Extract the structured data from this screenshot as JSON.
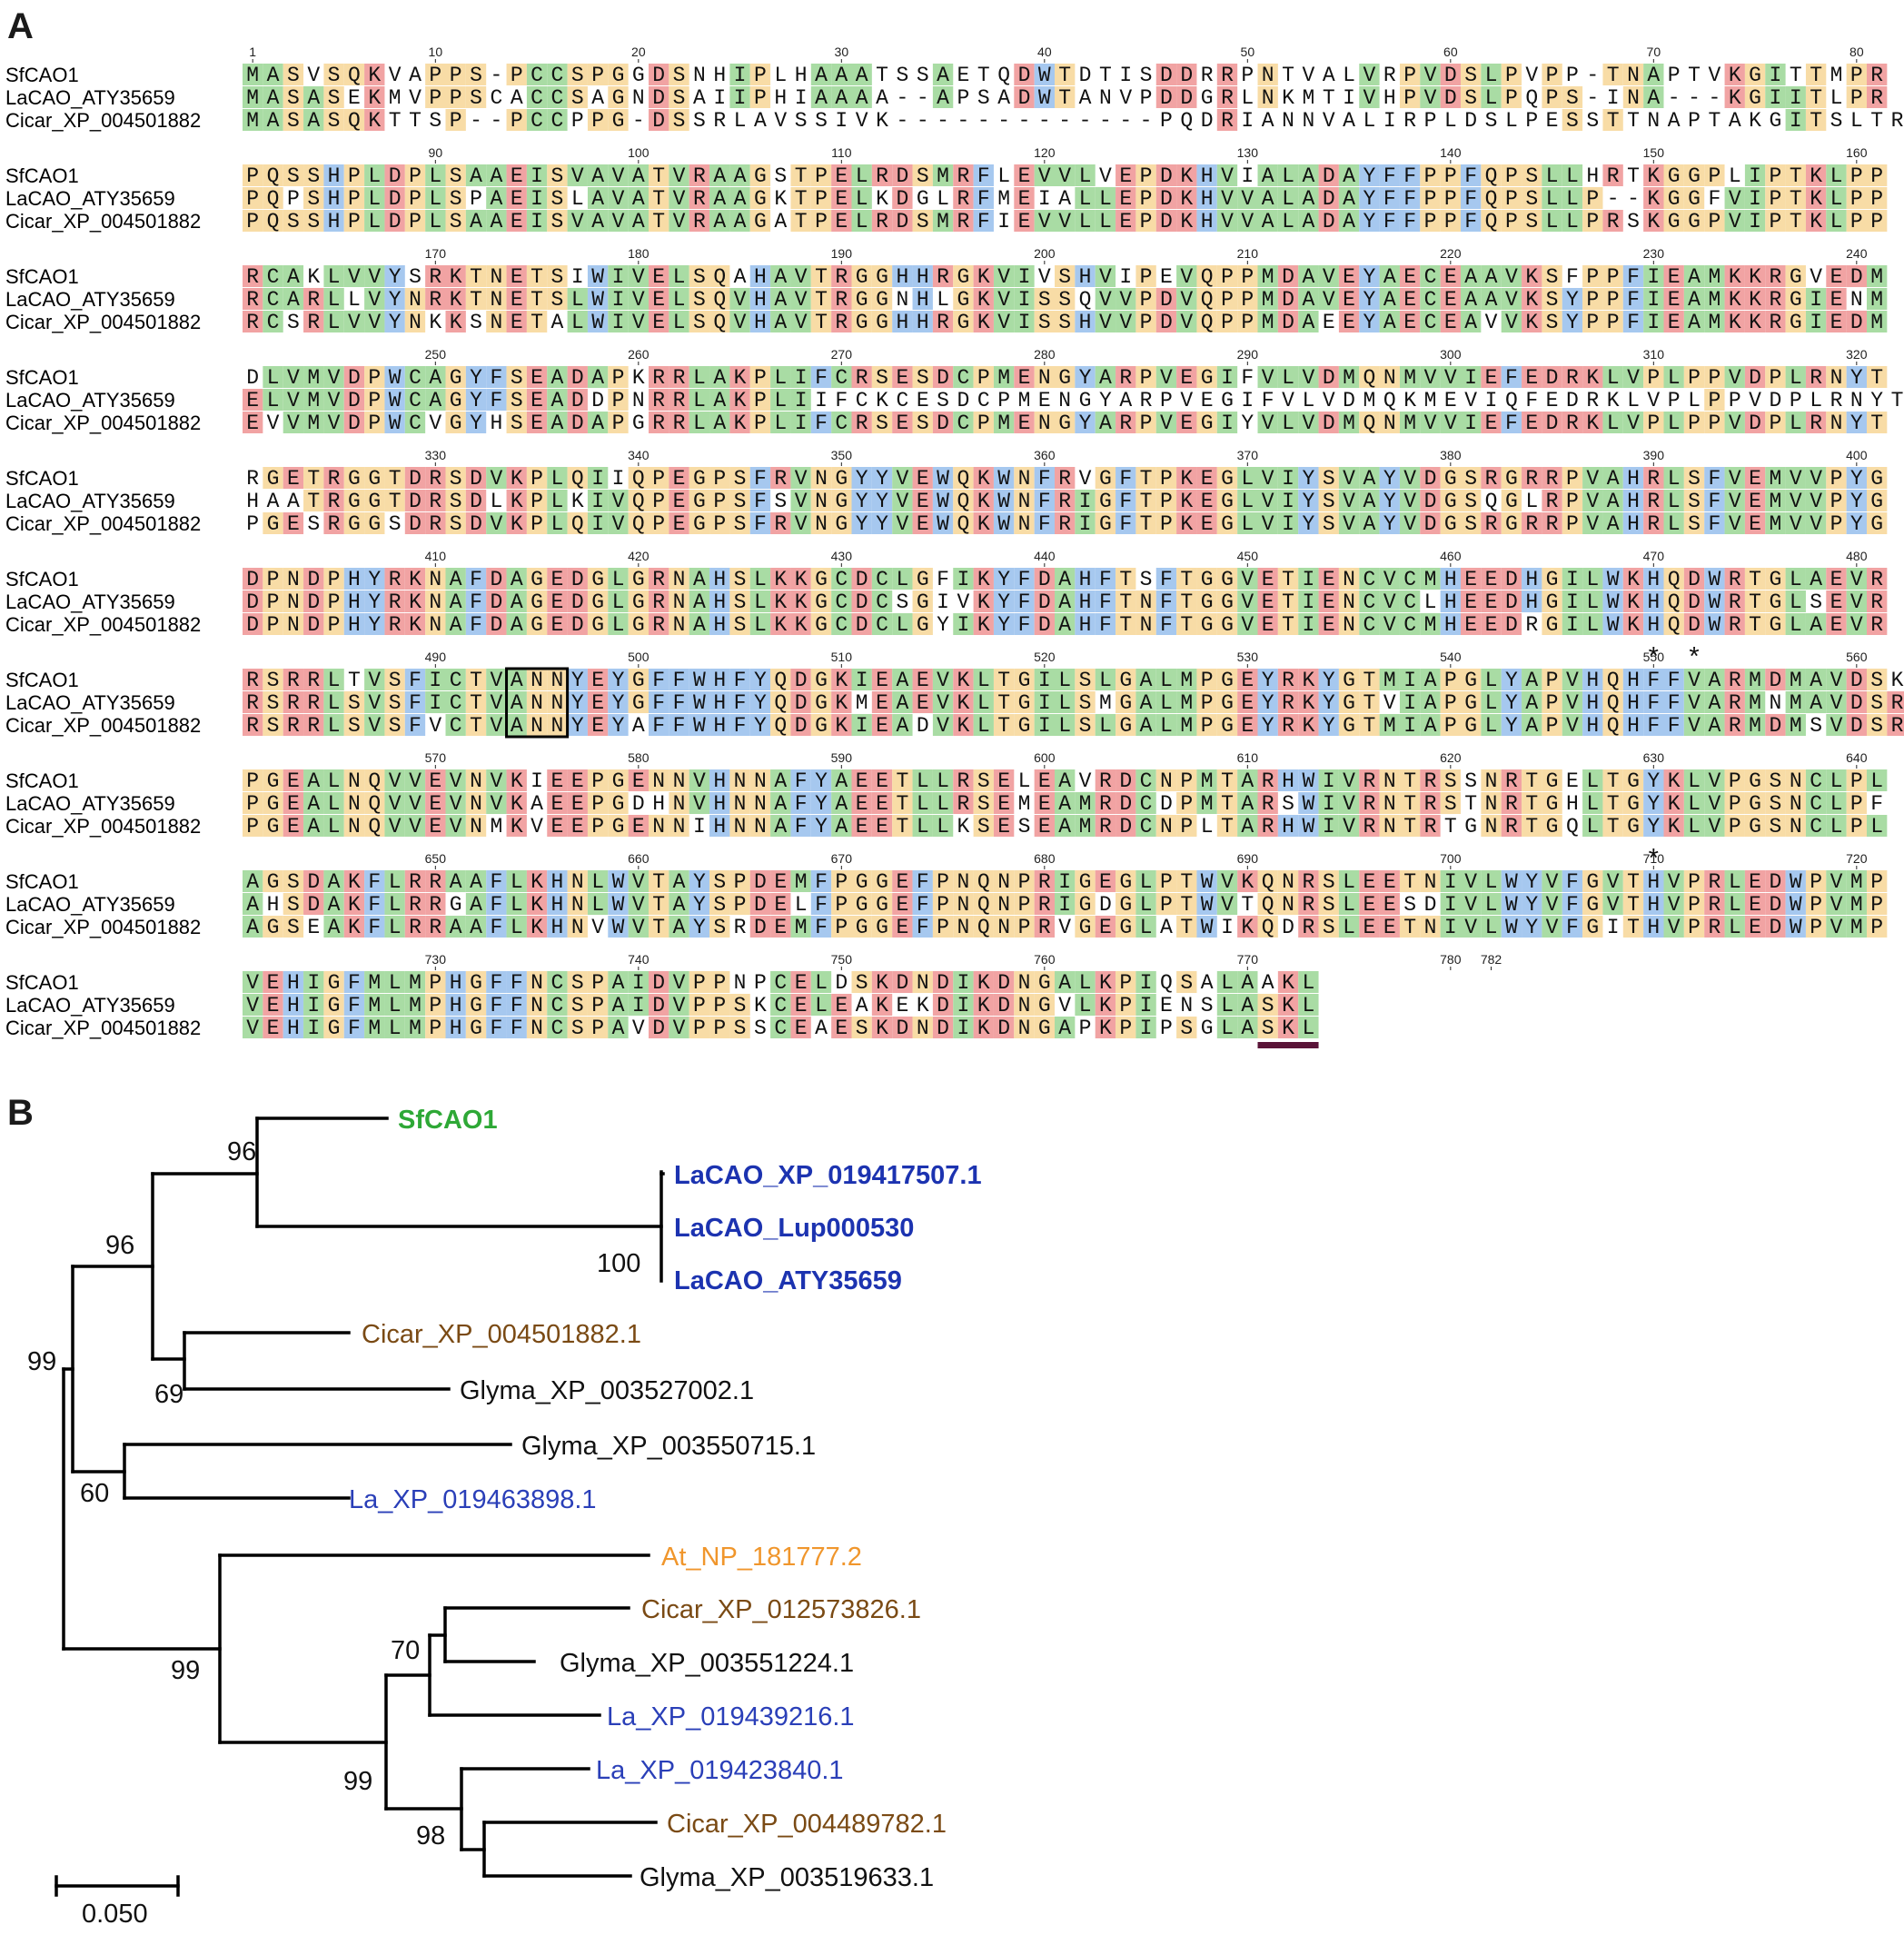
{
  "panel_a_label": "A",
  "panel_b_label": "B",
  "alignment": {
    "sequence_names": [
      "SfCAO1",
      "LaCAO_ATY35659",
      "Cicar_XP_004501882"
    ],
    "blocks": [
      {
        "ruler": [
          "1",
          "10",
          "20",
          "30",
          "40",
          "50",
          "60",
          "70",
          "80"
        ],
        "rows": [
          "MASVSQKVAPPS-PCCSPGGDSNHIPLHAAATSSAETQDWTDTISDDRRPNTVALVRPVDSLPVPP-TNAPTVKGITTMPR",
          "MASASEKMVPPSCACCSAGNDSAIIPHIAAAA--APSADWTANVPDDGRLNKMTIVHPVDSLPQPS-INA---KGIITLPR",
          "MASASQKTTSP--PCCPPG-DSSRLAVSSIVK-------------PQDRIANNVALIRPLDSLPESSTTNAPTAKGITSLTR"
        ]
      },
      {
        "ruler": [
          "90",
          "100",
          "110",
          "120",
          "130",
          "140",
          "150",
          "160"
        ],
        "rows": [
          "PQSSHPLDPLSAAEISVAVATVRAAGSTPELRDSMRFLEVVLVEPDKHVIALADAYFFPPFQPSLLHRTKGGPLIPTKLPP",
          "PQPSHPLDPLSPAEISLAVATVRAAGKTPELKDGLRFMEIALLEPDKHVVALADAYFFPPFQPSLLP--KGGFVIPTKLPP",
          "PQSSHPLDPLSAAEISVAVATVRAAGATPELRDSMRFIEVVLLEPDKHVVALADAYFFPPFQPSLLPRSKGGPVIPTKLPP"
        ]
      },
      {
        "ruler": [
          "170",
          "180",
          "190",
          "200",
          "210",
          "220",
          "230",
          "240"
        ],
        "rows": [
          "RCAKLVVYSRKTNETSIWIVELSQAHAVTRGGHHRGKVIVSHVIPEVQPPMDAVEYAECEAAVKSFPPFIEAMKKRGVEDM",
          "RCARLLVYNRKTNETSLWIVELSQVHAVTRGGNHLGKVISSQVVPDVQPPMDAVEYAECEAAVKSYPPFIEAMKKRGIENM",
          "RCSRLVVYNKKSNETALWIVELSQVHAVTRGGHHRGKVISSHVVPDVQPPMDAEEYAECEAVVKSYPPFIEAMKKRGIEDM"
        ]
      },
      {
        "ruler": [
          "250",
          "260",
          "270",
          "280",
          "290",
          "300",
          "310",
          "320"
        ],
        "rows": [
          "DLVMVDPWCAGYFSEADAPKRRLAKPLIFCRSESDCPMENGYARPVEGIFVLVDMQNMVVIEFEDRKLVPLPPVDPLRNYT",
          "ELVMVDPWCAGYFSEADDPNRRLAKPLIIFCKCESDCPMENGYARPVEGIFVLVDMQKMEVIQFEDRKLVPLPPVDPLRNYT",
          "EVVMVDPWCVGYHSEADAPGRRLAKPLIFCRSESDCPMENGYARPVEGIYVLVDMQNMVVIEFEDRKLVPLPPVDPLRNYT"
        ]
      },
      {
        "ruler": [
          "330",
          "340",
          "350",
          "360",
          "370",
          "380",
          "390",
          "400"
        ],
        "rows": [
          "RGETRGGTDRSDVKPLQIIQPEGPSFRVNGYYVEWQKWNFRVGFTPKEGLVIYSVAYVDGSRGRRPVAHRLSFVEMVVPYG",
          "HAATRGGTDRSDLKPLKIVQPEGPSFSVNGYYVEWQKWNFRIGFTPKEGLVIYSVAYVDGSQGLRPVAHRLSFVEMVVPYG",
          "PGESRGGSDRSDVKPLQIVQPEGPSFRVNGYYVEWQKWNFRIGFTPKEGLVIYSVAYVDGSRGRRPVAHRLSFVEMVVPYG"
        ]
      },
      {
        "ruler": [
          "410",
          "420",
          "430",
          "440",
          "450",
          "460",
          "470",
          "480"
        ],
        "rows": [
          "DPNDPHYRKNAFDAGEDGLGRNAHSLKKGCDCLGFIKYFDAHFTSFTGGVETIENCVCMHEEDHGILWKHQDWRTGLAEVR",
          "DPNDPHYRKNAFDAGEDGLGRNAHSLKKGCDCSGIVKYFDAHFTNFTGGVETIENCVCLHEEDHGILWKHQDWRTGLSEVR",
          "DPNDPHYRKNAFDAGEDGLGRNAHSLKKGCDCLGYIKYFDAHFTNFTGGVETIENCVCMHEEDRGILWKHQDWRTGLAEVR"
        ]
      },
      {
        "ruler": [
          "490",
          "500",
          "510",
          "520",
          "530",
          "540",
          "550",
          "560"
        ],
        "rows": [
          "RSRRLTVSFICTVANNYEYGFFWHFYQDGKIEAEVKLTGILSLGALMPGEYRKYGTMIAPGLYAPVHQHFFVARMDMAVDSK",
          "RSRRLSVSFICTVANNYEYGFFWHFYQDGKMEAEVKLTGILSMGALMPGEYRKYGTVIAPGLYAPVHQHFFVARMNMAVDSR",
          "RSRRLSVSFVCTVANNYEYAFFWHFYQDGKIEADVKLTGILSLGALMPGEYRKYGTMIAPGLYAPVHQHFFVARMDMSVDSR"
        ]
      },
      {
        "ruler": [
          "570",
          "580",
          "590",
          "600",
          "610",
          "620",
          "630",
          "640"
        ],
        "rows": [
          "PGEALNQVVEVNVKIEEPGENNVHNNAFYAEETLLRSELEAVRDCNPMTARHWIVRNTRSSNRTGELTGYKLVPGSNCLPL",
          "PGEALNQVVEVNVKAEEPGDHNVHNNAFYAEETLLRSEMEAMRDCDPMTARSWIVRNTRSTNRTGHLTGYKLVPGSNCLPF",
          "PGEALNQVVEVNMKVEEPGENNIHNNAFYAEETLLKSESEAMRDCNPLTARHWIVRNTRTGNRTGQLTGYKLVPGSNCLPL"
        ]
      },
      {
        "ruler": [
          "650",
          "660",
          "670",
          "680",
          "690",
          "700",
          "710",
          "720"
        ],
        "rows": [
          "AGSDAKFLRRAAFLKHNLWVTAYSPDEMFPGGEFPNQNPRIGEGLPTWVKQNRSLEETNIVLWYVFGVTHVPRLEDWPVMP",
          "AHSDAKFLRRGAFLKHNLWVTAYSPDELFPGGEFPNQNPRIGDGLPTWVTQNRSLEESDIVLWYVFGVTHVPRLEDWPVMP",
          "AGSEAKFLRRAAFLKHNVWVTAYSRDEMFPGGEFPNQNPRVGEGLATWIKQDRSLEETNIVLWYVFGITHVPRLEDWPVMP"
        ]
      },
      {
        "ruler": [
          "730",
          "740",
          "750",
          "760",
          "770",
          "780",
          "782"
        ],
        "rows": [
          "VEHIGFMLMPHGFFNCSPAIDVPPNPCELDSKDNDIKDNGALKPIQSALAAKL",
          "VEHIGFMLMPHGFFNCSPAIDVPPSKCELEAKEKDIKDNGVLKPIENSLASKL",
          "VEHIGFMLMPHGFFNCSPAVDVPPSSCEAESKDNDIKDNGAPKPIPSGLASKL"
        ]
      }
    ],
    "asterisk": "*"
  },
  "tree": {
    "leaves": [
      {
        "label": "SfCAO1",
        "color": "#2ea836",
        "bold": true
      },
      {
        "label": "LaCAO_XP_019417507.1",
        "color": "#1c33b0",
        "bold": true
      },
      {
        "label": "LaCAO_Lup000530",
        "color": "#1c33b0",
        "bold": true
      },
      {
        "label": "LaCAO_ATY35659",
        "color": "#1c33b0",
        "bold": true
      },
      {
        "label": "Cicar_XP_004501882.1",
        "color": "#7a4a14",
        "bold": false
      },
      {
        "label": "Glyma_XP_003527002.1",
        "color": "#111111",
        "bold": false
      },
      {
        "label": "Glyma_XP_003550715.1",
        "color": "#111111",
        "bold": false
      },
      {
        "label": "La_XP_019463898.1",
        "color": "#2a3fb8",
        "bold": false
      },
      {
        "label": "At_NP_181777.2",
        "color": "#f0962c",
        "bold": false
      },
      {
        "label": "Cicar_XP_012573826.1",
        "color": "#7a4a14",
        "bold": false
      },
      {
        "label": "Glyma_XP_003551224.1",
        "color": "#111111",
        "bold": false
      },
      {
        "label": "La_XP_019439216.1",
        "color": "#2a3fb8",
        "bold": false
      },
      {
        "label": "La_XP_019423840.1",
        "color": "#2a3fb8",
        "bold": false
      },
      {
        "label": "Cicar_XP_004489782.1",
        "color": "#7a4a14",
        "bold": false
      },
      {
        "label": "Glyma_XP_003519633.1",
        "color": "#111111",
        "bold": false
      }
    ],
    "bootstrap": [
      "96",
      "96",
      "100",
      "69",
      "99",
      "60",
      "99",
      "70",
      "99",
      "98"
    ],
    "scale_label": "0.050"
  },
  "colors": {
    "hydrophobic": "#a9dca4",
    "aromatic": "#a6c8ef",
    "charged": "#f1a3a3",
    "polar": "#f8dca6",
    "box": "#000000",
    "pts1_bar": "#5a1438"
  }
}
